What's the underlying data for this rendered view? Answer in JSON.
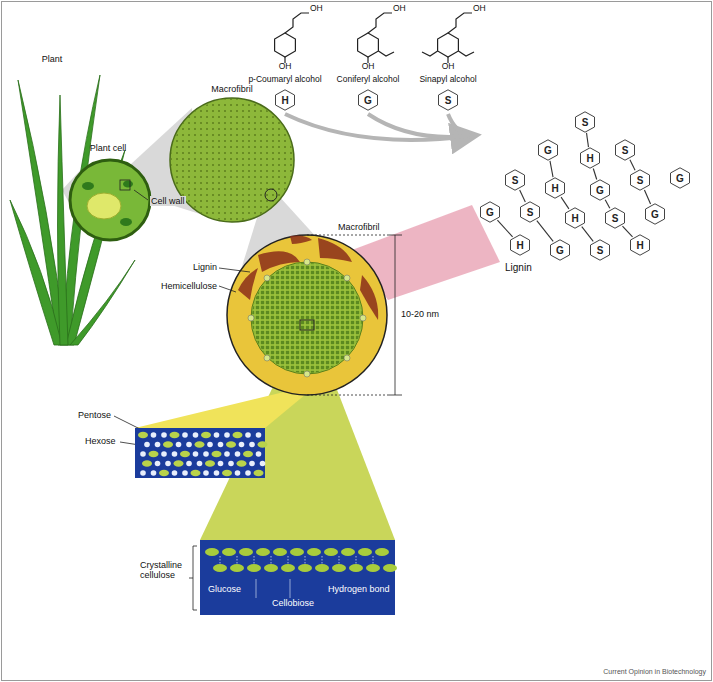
{
  "diagram": {
    "nodes": [
      {
        "text": [
          "H"
        ]
      },
      {
        "text": [
          "G"
        ]
      },
      {
        "text": [
          "S"
        ]
      },
      {
        "text": [
          "S"
        ]
      },
      {
        "text": [
          "G"
        ]
      },
      {
        "text": [
          "H"
        ]
      },
      {
        "text": [
          "S"
        ]
      },
      {
        "text": [
          "S"
        ]
      },
      {
        "text": [
          "H"
        ]
      },
      {
        "text": [
          "G"
        ]
      },
      {
        "text": [
          "S"
        ]
      },
      {
        "text": [
          "G"
        ]
      },
      {
        "text": [
          "G"
        ]
      },
      {
        "text": [
          "S"
        ]
      },
      {
        "text": [
          "H"
        ]
      },
      {
        "text": [
          "S"
        ]
      },
      {
        "text": [
          "G"
        ]
      },
      {
        "text": [
          "H"
        ]
      },
      {
        "text": [
          "G"
        ]
      },
      {
        "text": [
          "S"
        ]
      },
      {
        "text": [
          "H"
        ]
      },
      {
        "text": [
          "Pentose",
          "Hexose"
        ]
      },
      {
        "text": [
          "Crystalline cellulose",
          "Glucose",
          "Cellobiose",
          "Hydrogen bond"
        ]
      }
    ],
    "edges": [
      {
        "from": 3,
        "to": 5,
        "arrow": "none"
      },
      {
        "from": 4,
        "to": 8,
        "arrow": "none"
      },
      {
        "from": 5,
        "to": 9,
        "arrow": "none"
      },
      {
        "from": 6,
        "to": 10,
        "arrow": "none"
      },
      {
        "from": 7,
        "to": 13,
        "arrow": "none"
      },
      {
        "from": 8,
        "to": 14,
        "arrow": "none"
      },
      {
        "from": 9,
        "to": 15,
        "arrow": "none"
      },
      {
        "from": 10,
        "to": 16,
        "arrow": "none"
      },
      {
        "from": 13,
        "to": 18,
        "arrow": "none"
      },
      {
        "from": 14,
        "to": 19,
        "arrow": "none"
      },
      {
        "from": 15,
        "to": 20,
        "arrow": "none"
      },
      {
        "from": 12,
        "to": 17,
        "arrow": "none"
      }
    ],
    "labels": [
      "OH",
      "OH",
      "p-Coumaryl alcohol",
      "OH",
      "OH",
      "Coniferyl alcohol",
      "OH",
      "OH",
      "Sinapyl alcohol",
      "Lignin",
      "Plant",
      "Plant cell",
      "Cell wall",
      "Macrofibril",
      "Macrofibril",
      "Lignin",
      "Hemicellulose",
      "10-20 nm",
      "Current Opinion in Biotechnology"
    ]
  }
}
